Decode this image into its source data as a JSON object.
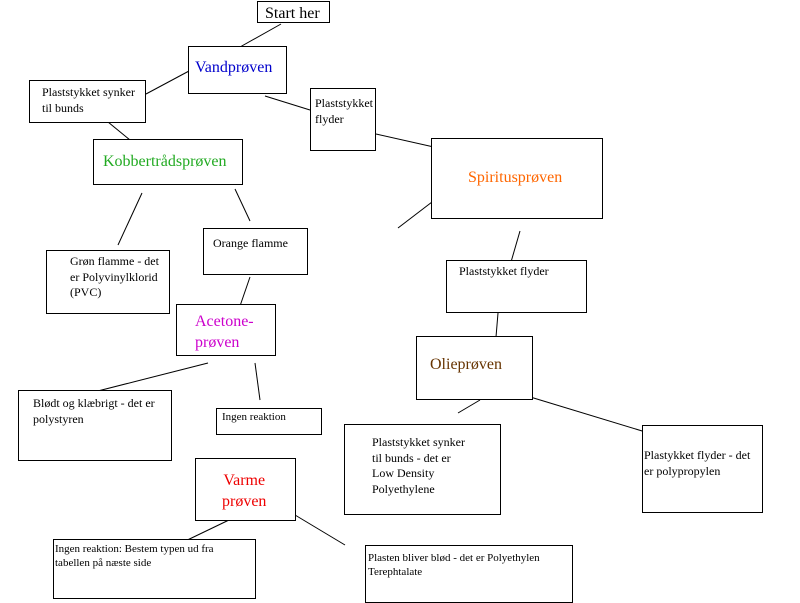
{
  "colors": {
    "vandproeven": "#0000cc",
    "kobber": "#22aa22",
    "spiritus": "#ff6600",
    "acetone": "#cc00cc",
    "varme": "#ee0000",
    "olie": "#663300",
    "default": "#000000"
  },
  "nodes": {
    "start": "Start her",
    "vandproeven": "Vandprøven",
    "synker1": "Plaststykket synker\ntil bunds",
    "flyder1": "Plaststykket\nflyder",
    "kobber": "Kobbertrådsprøven",
    "spiritus": "Spiritusprøven",
    "groen": "Grøn flamme - det\ner Polyvinylklorid\n(PVC)",
    "orange": "Orange flamme",
    "flyder2": "Plaststykket flyder",
    "acetone": "Acetone-\nprøven",
    "olie": "Olieprøven",
    "bloedt": "Blødt og klæbrigt - det er\npolystyren",
    "ingen1": "Ingen reaktion",
    "synker2": "Plaststykket synker\ntil bunds - det er\nLow Density\nPolyethylene",
    "flyder3": "Plastykket flyder - det\ner polypropylen",
    "varme": "Varme\nprøven",
    "ingen2": "Ingen reaktion: Bestem typen ud fra\ntabellen på næste side",
    "blod": "Plasten bliver blød - det er Polyethylen\nTerephtalate"
  }
}
